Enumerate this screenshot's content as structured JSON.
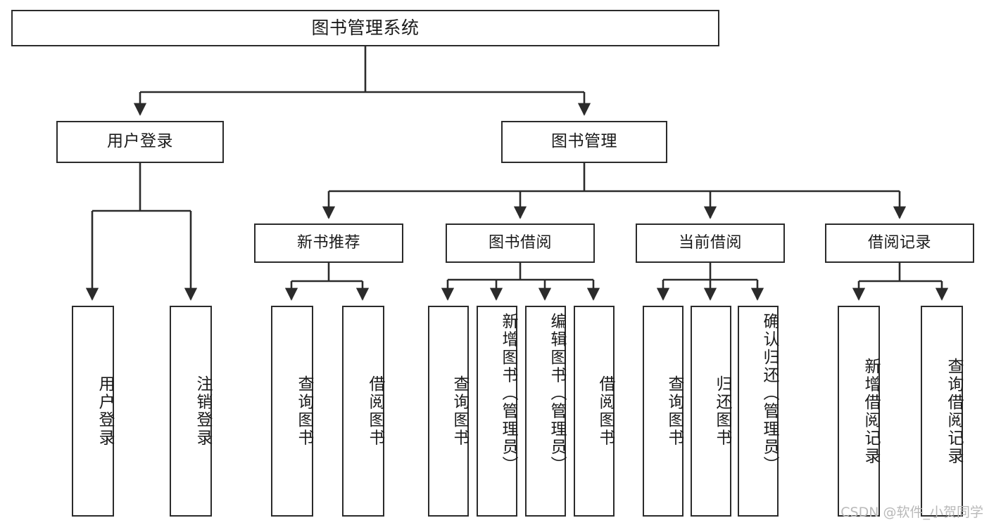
{
  "diagram": {
    "title": "图书管理系统",
    "watermark": "CSDN @软件_小贺同学",
    "colors": {
      "background": "#ffffff",
      "stroke": "#2b2b2b",
      "text": "#1a1a1a",
      "watermark": "#b9b9b9"
    },
    "root": {
      "label": "图书管理系统"
    },
    "level2": [
      {
        "label": "用户登录"
      },
      {
        "label": "图书管理"
      }
    ],
    "level3": [
      {
        "label": "新书推荐"
      },
      {
        "label": "图书借阅"
      },
      {
        "label": "当前借阅"
      },
      {
        "label": "借阅记录"
      }
    ],
    "leaves": {
      "user_login": [
        {
          "label": "用户登录"
        },
        {
          "label": "注销登录"
        }
      ],
      "new_book_recommend": [
        {
          "label": "查询图书"
        },
        {
          "label": "借阅图书"
        }
      ],
      "book_borrow": [
        {
          "label": "查询图书"
        },
        {
          "label": "新增图书（管理员）"
        },
        {
          "label": "编辑图书（管理员）"
        },
        {
          "label": "借阅图书"
        }
      ],
      "current_borrow": [
        {
          "label": "查询图书"
        },
        {
          "label": "归还图书"
        },
        {
          "label": "确认归还（管理员）"
        }
      ],
      "borrow_record": [
        {
          "label": "新增借阅记录"
        },
        {
          "label": "查询借阅记录"
        }
      ]
    }
  }
}
